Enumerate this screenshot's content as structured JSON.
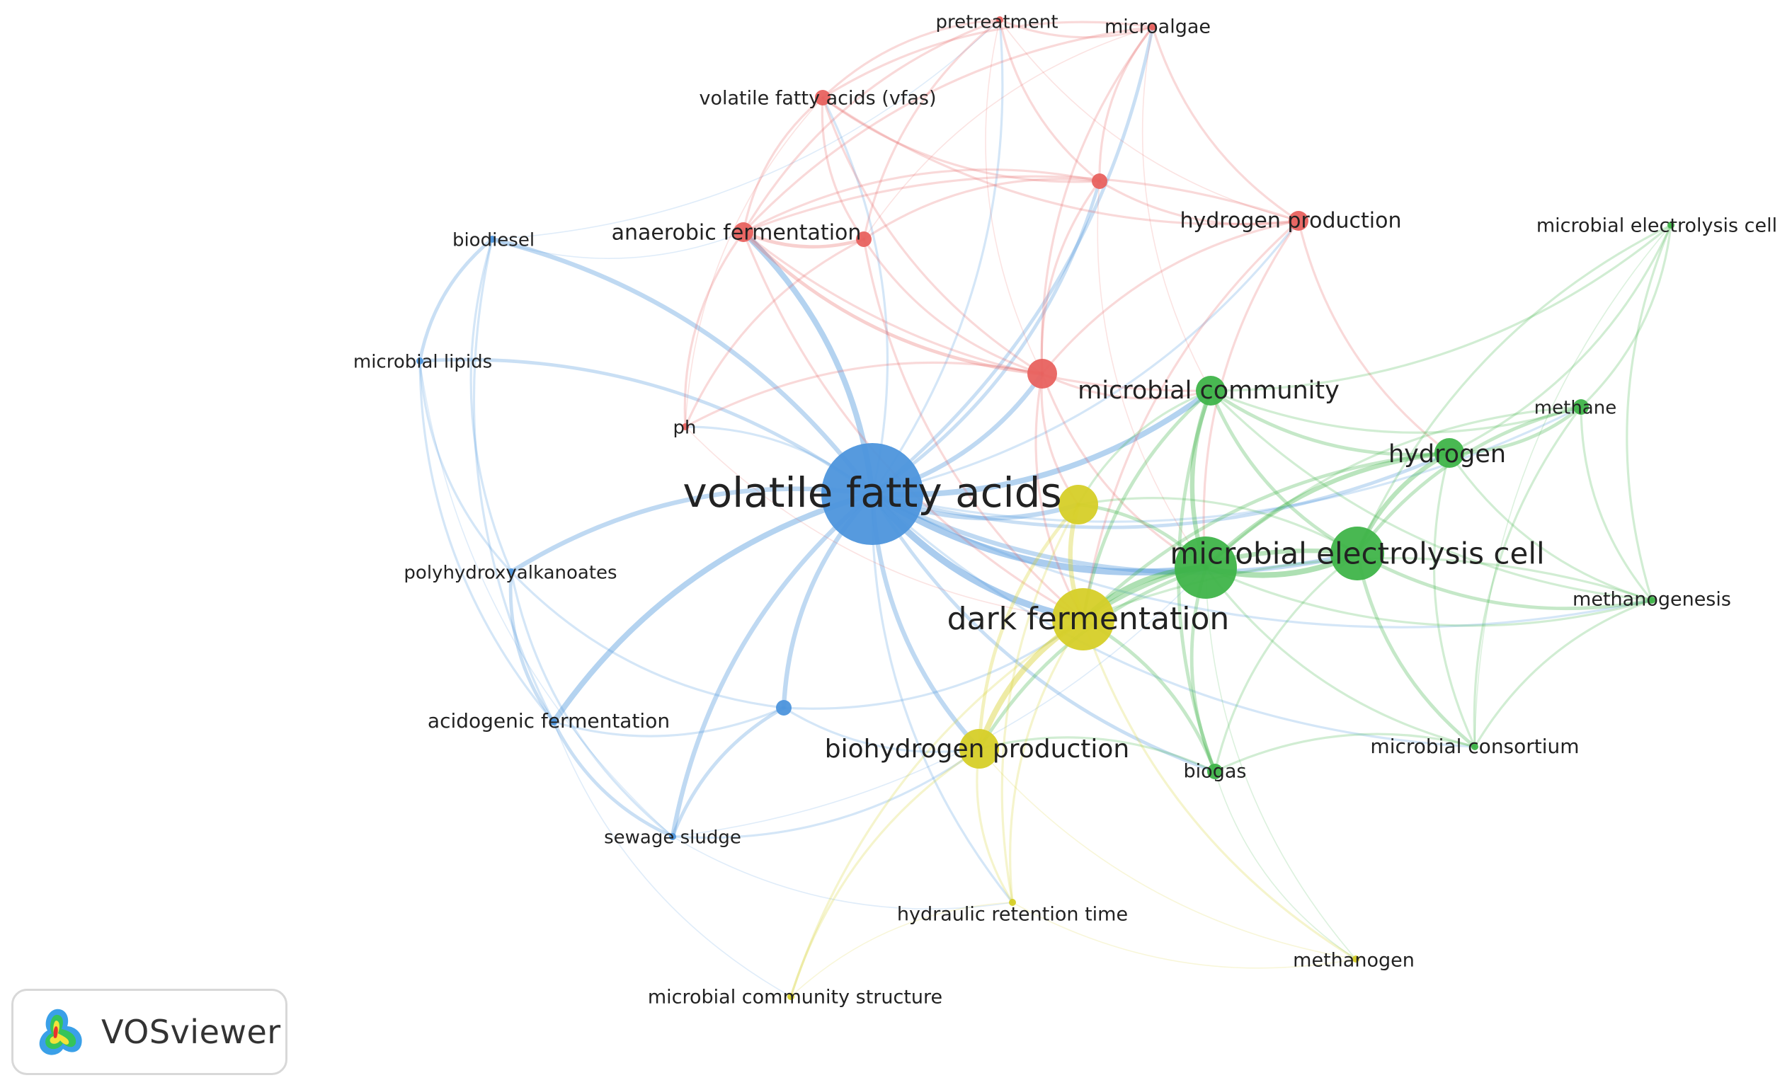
{
  "network": {
    "cluster_colors": {
      "red": "#e8625f",
      "green": "#3fb449",
      "blue": "#4d95dc",
      "yellow": "#d6cf28"
    },
    "nodes": [
      {
        "id": "vfa",
        "label": "volatile fatty acids",
        "cluster": "blue",
        "weight": 10
      },
      {
        "id": "biodiesel",
        "label": "biodiesel",
        "cluster": "blue",
        "weight": 1
      },
      {
        "id": "microbial_lipids",
        "label": "microbial lipids",
        "cluster": "blue",
        "weight": 1
      },
      {
        "id": "pha",
        "label": "polyhydroxyalkanoates",
        "cluster": "blue",
        "weight": 1
      },
      {
        "id": "acidogenic",
        "label": "acidogenic fermentation",
        "cluster": "blue",
        "weight": 1
      },
      {
        "id": "blue_unlabeled",
        "label": "",
        "cluster": "blue",
        "weight": 2
      },
      {
        "id": "sewage",
        "label": "sewage sludge",
        "cluster": "blue",
        "weight": 1
      },
      {
        "id": "pretreatment",
        "label": "pretreatment",
        "cluster": "red",
        "weight": 1
      },
      {
        "id": "microalgae",
        "label": "microalgae",
        "cluster": "red",
        "weight": 1
      },
      {
        "id": "vfas_red",
        "label": "volatile fatty acids (vfas)",
        "cluster": "red",
        "weight": 2
      },
      {
        "id": "red_a",
        "label": "",
        "cluster": "red",
        "weight": 2
      },
      {
        "id": "hydrogen_production",
        "label": "hydrogen production",
        "cluster": "red",
        "weight": 3
      },
      {
        "id": "anaerobic_fermentation",
        "label": "anaerobic fermentation",
        "cluster": "red",
        "weight": 3
      },
      {
        "id": "red_b",
        "label": "",
        "cluster": "red",
        "weight": 2
      },
      {
        "id": "red_c",
        "label": "",
        "cluster": "red",
        "weight": 4
      },
      {
        "id": "ph",
        "label": "ph",
        "cluster": "red",
        "weight": 1
      },
      {
        "id": "microbial_community",
        "label": "microbial community",
        "cluster": "green",
        "weight": 4
      },
      {
        "id": "hydrogen",
        "label": "hydrogen",
        "cluster": "green",
        "weight": 4
      },
      {
        "id": "methane",
        "label": "methane",
        "cluster": "green",
        "weight": 2
      },
      {
        "id": "mec_top",
        "label": "microbial electrolysis cell",
        "cluster": "green",
        "weight": 1
      },
      {
        "id": "mec",
        "label": "microbial electrolysis cell",
        "cluster": "green",
        "weight": 7
      },
      {
        "id": "mec2",
        "label": "",
        "cluster": "green",
        "weight": 6
      },
      {
        "id": "methanogenesis",
        "label": "methanogenesis",
        "cluster": "green",
        "weight": 1
      },
      {
        "id": "consortium",
        "label": "microbial consortium",
        "cluster": "green",
        "weight": 1
      },
      {
        "id": "biogas",
        "label": "biogas",
        "cluster": "green",
        "weight": 2
      },
      {
        "id": "yellow_a",
        "label": "",
        "cluster": "yellow",
        "weight": 5
      },
      {
        "id": "dark_fermentation",
        "label": "dark fermentation",
        "cluster": "yellow",
        "weight": 7
      },
      {
        "id": "biohydrogen",
        "label": "biohydrogen production",
        "cluster": "yellow",
        "weight": 5
      },
      {
        "id": "hrt",
        "label": "hydraulic retention time",
        "cluster": "yellow",
        "weight": 1
      },
      {
        "id": "methanogen",
        "label": "methanogen",
        "cluster": "yellow",
        "weight": 1
      },
      {
        "id": "community_structure",
        "label": "microbial community structure",
        "cluster": "yellow",
        "weight": 1
      }
    ],
    "links": [
      [
        "vfa",
        "biodiesel",
        4
      ],
      [
        "vfa",
        "microbial_lipids",
        3
      ],
      [
        "vfa",
        "pha",
        4
      ],
      [
        "vfa",
        "acidogenic",
        5
      ],
      [
        "vfa",
        "blue_unlabeled",
        4
      ],
      [
        "vfa",
        "sewage",
        4
      ],
      [
        "vfa",
        "anaerobic_fermentation",
        5
      ],
      [
        "vfa",
        "red_c",
        4
      ],
      [
        "vfa",
        "microalgae",
        3
      ],
      [
        "vfa",
        "red_a",
        3
      ],
      [
        "vfa",
        "hydrogen_production",
        2
      ],
      [
        "vfa",
        "ph",
        2
      ],
      [
        "vfa",
        "vfas_red",
        2
      ],
      [
        "vfa",
        "pretreatment",
        2
      ],
      [
        "vfa",
        "microbial_community",
        5
      ],
      [
        "vfa",
        "mec",
        6
      ],
      [
        "vfa",
        "mec2",
        4
      ],
      [
        "vfa",
        "hydrogen",
        3
      ],
      [
        "vfa",
        "biogas",
        3
      ],
      [
        "vfa",
        "methane",
        2
      ],
      [
        "vfa",
        "methanogenesis",
        2
      ],
      [
        "vfa",
        "dark_fermentation",
        6
      ],
      [
        "vfa",
        "biohydrogen",
        4
      ],
      [
        "vfa",
        "yellow_a",
        4
      ],
      [
        "vfa",
        "hrt",
        2
      ],
      [
        "vfa",
        "consortium",
        2
      ],
      [
        "biodiesel",
        "microbial_lipids",
        3
      ],
      [
        "biodiesel",
        "pha",
        2
      ],
      [
        "biodiesel",
        "acidogenic",
        2
      ],
      [
        "biodiesel",
        "pretreatment",
        1
      ],
      [
        "biodiesel",
        "anaerobic_fermentation",
        1
      ],
      [
        "microbial_lipids",
        "pha",
        2
      ],
      [
        "microbial_lipids",
        "acidogenic",
        2
      ],
      [
        "microbial_lipids",
        "sewage",
        1
      ],
      [
        "pha",
        "acidogenic",
        3
      ],
      [
        "pha",
        "sewage",
        2
      ],
      [
        "pha",
        "blue_unlabeled",
        2
      ],
      [
        "acidogenic",
        "sewage",
        3
      ],
      [
        "acidogenic",
        "blue_unlabeled",
        2
      ],
      [
        "acidogenic",
        "community_structure",
        1
      ],
      [
        "blue_unlabeled",
        "sewage",
        3
      ],
      [
        "blue_unlabeled",
        "dark_fermentation",
        2
      ],
      [
        "blue_unlabeled",
        "biohydrogen",
        2
      ],
      [
        "sewage",
        "biohydrogen",
        2
      ],
      [
        "sewage",
        "hrt",
        1
      ],
      [
        "sewage",
        "mec",
        1
      ],
      [
        "pretreatment",
        "microalgae",
        2
      ],
      [
        "pretreatment",
        "vfas_red",
        2
      ],
      [
        "pretreatment",
        "red_a",
        2
      ],
      [
        "pretreatment",
        "anaerobic_fermentation",
        2
      ],
      [
        "pretreatment",
        "red_b",
        2
      ],
      [
        "pretreatment",
        "hydrogen_production",
        1
      ],
      [
        "pretreatment",
        "red_c",
        1
      ],
      [
        "microalgae",
        "vfas_red",
        2
      ],
      [
        "microalgae",
        "red_a",
        2
      ],
      [
        "microalgae",
        "anaerobic_fermentation",
        2
      ],
      [
        "microalgae",
        "hydrogen_production",
        2
      ],
      [
        "microalgae",
        "red_c",
        2
      ],
      [
        "microalgae",
        "red_b",
        1
      ],
      [
        "microalgae",
        "microbial_community",
        1
      ],
      [
        "vfas_red",
        "anaerobic_fermentation",
        2
      ],
      [
        "vfas_red",
        "red_b",
        2
      ],
      [
        "vfas_red",
        "red_a",
        2
      ],
      [
        "vfas_red",
        "red_c",
        2
      ],
      [
        "vfas_red",
        "hydrogen_production",
        2
      ],
      [
        "vfas_red",
        "ph",
        1
      ],
      [
        "red_a",
        "hydrogen_production",
        2
      ],
      [
        "red_a",
        "anaerobic_fermentation",
        2
      ],
      [
        "red_a",
        "red_c",
        2
      ],
      [
        "red_a",
        "red_b",
        2
      ],
      [
        "red_a",
        "mec",
        1
      ],
      [
        "hydrogen_production",
        "anaerobic_fermentation",
        2
      ],
      [
        "hydrogen_production",
        "red_c",
        2
      ],
      [
        "hydrogen_production",
        "hydrogen",
        2
      ],
      [
        "hydrogen_production",
        "mec",
        2
      ],
      [
        "hydrogen_production",
        "dark_fermentation",
        2
      ],
      [
        "anaerobic_fermentation",
        "red_b",
        3
      ],
      [
        "anaerobic_fermentation",
        "red_c",
        3
      ],
      [
        "anaerobic_fermentation",
        "ph",
        2
      ],
      [
        "anaerobic_fermentation",
        "dark_fermentation",
        2
      ],
      [
        "anaerobic_fermentation",
        "microbial_community",
        2
      ],
      [
        "red_b",
        "red_c",
        2
      ],
      [
        "red_b",
        "ph",
        2
      ],
      [
        "red_b",
        "dark_fermentation",
        2
      ],
      [
        "red_c",
        "microbial_community",
        2
      ],
      [
        "red_c",
        "ph",
        2
      ],
      [
        "red_c",
        "dark_fermentation",
        2
      ],
      [
        "red_c",
        "yellow_a",
        2
      ],
      [
        "red_c",
        "mec",
        2
      ],
      [
        "ph",
        "dark_fermentation",
        1
      ],
      [
        "microbial_community",
        "mec",
        4
      ],
      [
        "microbial_community",
        "mec2",
        3
      ],
      [
        "microbial_community",
        "hydrogen",
        3
      ],
      [
        "microbial_community",
        "methane",
        2
      ],
      [
        "microbial_community",
        "biogas",
        3
      ],
      [
        "microbial_community",
        "dark_fermentation",
        3
      ],
      [
        "microbial_community",
        "methanogenesis",
        2
      ],
      [
        "microbial_community",
        "mec_top",
        2
      ],
      [
        "microbial_community",
        "yellow_a",
        2
      ],
      [
        "hydrogen",
        "mec",
        4
      ],
      [
        "hydrogen",
        "mec2",
        4
      ],
      [
        "hydrogen",
        "methane",
        3
      ],
      [
        "hydrogen",
        "mec_top",
        2
      ],
      [
        "hydrogen",
        "methanogenesis",
        2
      ],
      [
        "hydrogen",
        "consortium",
        2
      ],
      [
        "hydrogen",
        "dark_fermentation",
        3
      ],
      [
        "methane",
        "mec2",
        3
      ],
      [
        "methane",
        "mec",
        2
      ],
      [
        "methane",
        "mec_top",
        2
      ],
      [
        "methane",
        "methanogenesis",
        2
      ],
      [
        "methane",
        "consortium",
        2
      ],
      [
        "mec_top",
        "mec2",
        2
      ],
      [
        "mec_top",
        "methanogenesis",
        2
      ],
      [
        "mec_top",
        "consortium",
        1
      ],
      [
        "mec",
        "mec2",
        5
      ],
      [
        "mec",
        "dark_fermentation",
        5
      ],
      [
        "mec",
        "biogas",
        3
      ],
      [
        "mec",
        "methanogenesis",
        2
      ],
      [
        "mec",
        "consortium",
        2
      ],
      [
        "mec",
        "yellow_a",
        3
      ],
      [
        "mec",
        "biohydrogen",
        3
      ],
      [
        "mec",
        "methanogen",
        1
      ],
      [
        "mec2",
        "dark_fermentation",
        4
      ],
      [
        "mec2",
        "methanogenesis",
        3
      ],
      [
        "mec2",
        "consortium",
        3
      ],
      [
        "mec2",
        "biogas",
        2
      ],
      [
        "mec2",
        "yellow_a",
        2
      ],
      [
        "methanogenesis",
        "consortium",
        2
      ],
      [
        "methanogenesis",
        "dark_fermentation",
        2
      ],
      [
        "consortium",
        "biogas",
        2
      ],
      [
        "biogas",
        "dark_fermentation",
        3
      ],
      [
        "biogas",
        "biohydrogen",
        2
      ],
      [
        "biogas",
        "methanogen",
        1
      ],
      [
        "yellow_a",
        "dark_fermentation",
        4
      ],
      [
        "yellow_a",
        "biohydrogen",
        3
      ],
      [
        "yellow_a",
        "hrt",
        2
      ],
      [
        "dark_fermentation",
        "biohydrogen",
        5
      ],
      [
        "dark_fermentation",
        "hrt",
        2
      ],
      [
        "dark_fermentation",
        "methanogen",
        2
      ],
      [
        "dark_fermentation",
        "community_structure",
        2
      ],
      [
        "biohydrogen",
        "hrt",
        2
      ],
      [
        "biohydrogen",
        "community_structure",
        2
      ],
      [
        "biohydrogen",
        "methanogen",
        1
      ],
      [
        "hrt",
        "community_structure",
        1
      ],
      [
        "hrt",
        "methanogen",
        1
      ]
    ]
  },
  "brand": {
    "name": "VOSviewer",
    "logo_icon": "vosviewer-heatmap-logo-icon"
  }
}
